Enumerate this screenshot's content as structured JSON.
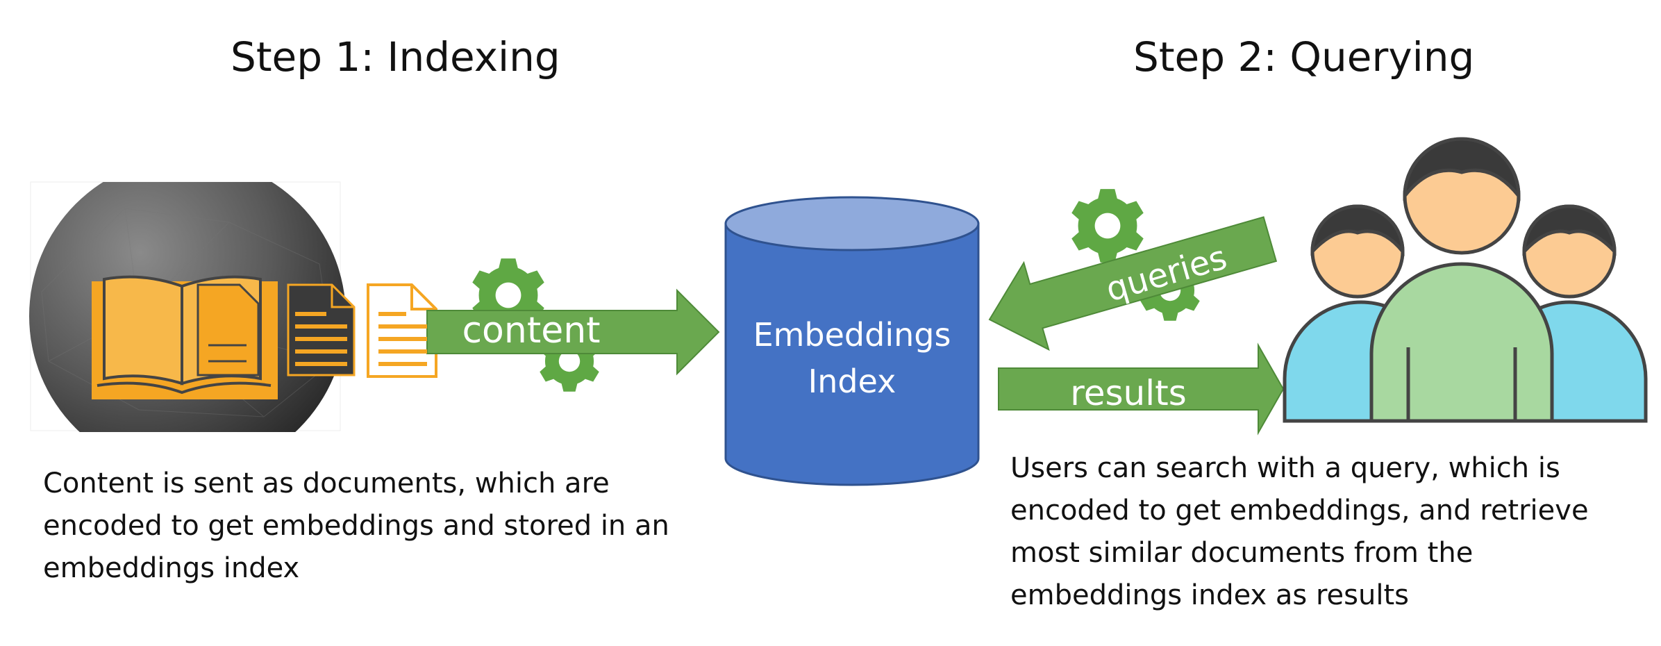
{
  "steps": {
    "indexing": {
      "title": "Step 1: Indexing",
      "caption_lines": [
        "Content is sent as documents, which are",
        "encoded to get embeddings and stored in an",
        "embeddings index"
      ]
    },
    "querying": {
      "title": "Step 2: Querying",
      "caption_lines": [
        "Users can search with a query, which is",
        "encoded to get embeddings, and retrieve",
        "most similar documents from the",
        "embeddings index as results"
      ]
    }
  },
  "index": {
    "line1": "Embeddings",
    "line2": "Index"
  },
  "arrows": {
    "content": "content",
    "queries": "queries",
    "results": "results"
  },
  "icons": {
    "source": "book-on-dark-sphere-icon",
    "documents": "document-icon",
    "gears": "gear-icon",
    "users": "users-group-icon",
    "database": "cylinder-database-icon"
  },
  "colors": {
    "arrow_green": "#6aa84f",
    "gear_green": "#5fa844",
    "book_orange": "#f5a623",
    "cylinder_blue": "#4472c4",
    "cylinder_top": "#8faadc",
    "user_skin": "#fccb93",
    "user_blue": "#7fd8ec",
    "user_green": "#a8d8a0",
    "hair": "#3a3a3a"
  }
}
